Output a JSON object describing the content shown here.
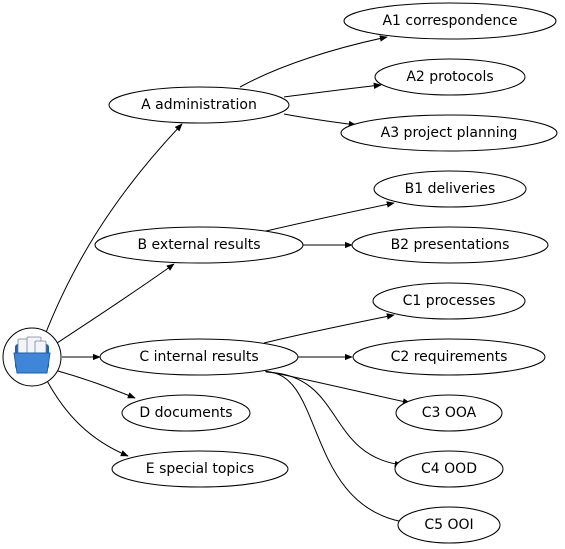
{
  "diagram": {
    "root": {
      "icon": "folder-icon",
      "colors": {
        "folder": "#3f86d9",
        "folder_dark": "#1f5fae",
        "paper": "#f2f4f7"
      }
    },
    "nodes": {
      "a": {
        "label": "A administration"
      },
      "a1": {
        "label": "A1 correspondence"
      },
      "a2": {
        "label": "A2 protocols"
      },
      "a3": {
        "label": "A3 project planning"
      },
      "b": {
        "label": "B external results"
      },
      "b1": {
        "label": "B1 deliveries"
      },
      "b2": {
        "label": "B2 presentations"
      },
      "c": {
        "label": "C internal results"
      },
      "c1": {
        "label": "C1 processes"
      },
      "c2": {
        "label": "C2 requirements"
      },
      "c3": {
        "label": "C3 OOA"
      },
      "c4": {
        "label": "C4 OOD"
      },
      "c5": {
        "label": "C5 OOI"
      },
      "d": {
        "label": "D documents"
      },
      "e": {
        "label": "E special topics"
      }
    },
    "edges": [
      [
        "root",
        "a"
      ],
      [
        "root",
        "b"
      ],
      [
        "root",
        "c"
      ],
      [
        "root",
        "d"
      ],
      [
        "root",
        "e"
      ],
      [
        "a",
        "a1"
      ],
      [
        "a",
        "a2"
      ],
      [
        "a",
        "a3"
      ],
      [
        "b",
        "b1"
      ],
      [
        "b",
        "b2"
      ],
      [
        "c",
        "c1"
      ],
      [
        "c",
        "c2"
      ],
      [
        "c",
        "c3"
      ],
      [
        "c",
        "c4"
      ],
      [
        "c",
        "c5"
      ]
    ]
  }
}
